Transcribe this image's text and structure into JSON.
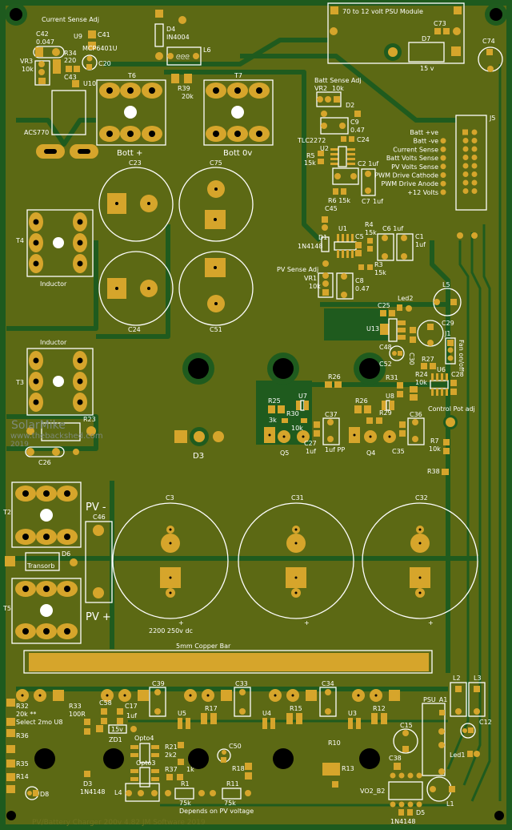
{
  "title": "PV/Battery Charger 200v 4.82 JM Software 2019",
  "watermark": {
    "line1": "SolarMike",
    "line2": "www.thebackshed.com",
    "line3": "2019"
  },
  "colors": {
    "board": "#5c6914",
    "copper_clearance": "#1f5b1e",
    "pad": "#d6a52b",
    "silkscreen": "#ffffff"
  },
  "labels": {
    "current_sense_adj": "Current Sense Adj",
    "c42": "C42",
    "c42_val": "0.047",
    "u9": "U9",
    "c41": "C41",
    "r34": "R34",
    "r34_val": "220",
    "mcp": "MCP6401U",
    "vr3": "VR3",
    "vr3_val": "10k",
    "c20": "C20",
    "c43": "C43",
    "u10": "U10",
    "acs": "ACS770",
    "d4": "D4",
    "d4_val": "IN4004",
    "l6": "L6",
    "l6_coil": "ᘓᘓᘓ",
    "r39": "R39",
    "r39_val": "20k",
    "t6": "T6",
    "t7": "T7",
    "bott_plus": "Bott +",
    "bott_0v": "Bott 0v",
    "psu_module": "70 to 12 volt PSU Module",
    "c73": "C73",
    "d7": "D7",
    "d7_val": "15 v",
    "c74": "C74",
    "batt_sense_adj": "Batt Sense Adj",
    "vr2": "VR2",
    "vr2_val": "10k",
    "d2": "D2",
    "c9": "C9",
    "c9_val": "0.47",
    "c24s": "C24",
    "tlc": "TLC2272",
    "u2": "U2",
    "r5": "R5",
    "r5_val": "15k",
    "c2": "C2 1uf",
    "c7": "C7",
    "c7_val": "1uf",
    "r6": "R6 15k",
    "j5": "J5",
    "j5_pins": [
      "Batt +ve",
      "Batt -ve",
      "Current Sense",
      "Batt Volts Sense",
      "PV Volts Sense",
      "PWM Drive Cathode",
      "PWM Drive Anode",
      "+12 Volts"
    ],
    "c23": "C23",
    "c75": "C75",
    "c24": "C24",
    "c51": "C51",
    "t4": "T4",
    "inductor1": "Inductor",
    "inductor2": "Inductor",
    "t3": "T3",
    "c45": "C45",
    "u1": "U1",
    "d1": "D1",
    "d1_val": "1N4148",
    "c5": "C5",
    "r4": "R4",
    "r4_val": "15k",
    "c6": "C6 1uf",
    "c1": "C1",
    "c1_val": "1uf",
    "r3": "R3",
    "r3_val": "15k",
    "pv_sense_adj": "PV Sense Adj",
    "vr1": "VR1",
    "vr1_val": "10k",
    "c8": "C8",
    "c8_val": "0.47",
    "l5": "L5",
    "led2": "Led2",
    "c25": "C25",
    "u13": "U13",
    "c29": "C29",
    "c30": "C30",
    "c48": "C48",
    "c52": "C52",
    "j1": "J1",
    "fan": "Fan on/off",
    "r27": "R27",
    "r24": "R24",
    "r24_val": "10k",
    "u6": "U6",
    "c28": "C28",
    "r31": "R31",
    "r26a": "R26",
    "r25": "R25",
    "r25_val": "3k",
    "u7": "U7",
    "r30": "R30",
    "r30_val": "10k",
    "c37": "C37",
    "c27": "C27",
    "c27_val": "1uf",
    "c37_val": "1uf PP",
    "r26b": "R26",
    "u8": "U8",
    "r29": "R29",
    "c36": "C36",
    "c35": "C35",
    "control_pot": "Control Pot adj",
    "r7": "R7",
    "r7_val": "10k",
    "r38": "R38",
    "q5": "Q5",
    "q4": "Q4",
    "d3": "D3",
    "r23": "R23",
    "c26": "C26",
    "t2": "T2",
    "t5": "T5",
    "pv_minus": "PV -",
    "pv_plus": "PV +",
    "c46": "C46",
    "d6": "D6",
    "transorb": "Transorb",
    "c3": "C3",
    "c31": "C31",
    "c32": "C32",
    "cap_rating": "2200 250v dc",
    "copper_bar": "5mm Copper Bar",
    "c39": "C39",
    "c33": "C33",
    "c34": "C34",
    "c58": "C58",
    "c17": "C17",
    "c17_val": "1uf",
    "r32": "R32",
    "r32_val": "20k **",
    "select": "Select 2mo U8",
    "r33": "R33",
    "r33_val": "100R",
    "r36": "R36",
    "r35": "R35",
    "r14": "R14",
    "d8": "D8",
    "zd1": "ZD1",
    "zd1_val": "15v",
    "opto4": "Opto4",
    "opto3": "Opto3",
    "r21": "R21",
    "r21_val": "2k2",
    "c50": "C50",
    "r37": "R37",
    "r37_val": "1k",
    "r18": "R18",
    "d3b": "D3",
    "d3b_val": "1N4148",
    "l4": "L4",
    "r1": "R1",
    "r1_val": "75k",
    "r11": "R11",
    "r11_val": "75k",
    "depends": "Depends on PV voltage",
    "u5": "U5",
    "r17": "R17",
    "u4": "U4",
    "r15": "R15",
    "u3": "U3",
    "r12": "R12",
    "r10": "R10",
    "r13": "R13",
    "psu_a1": "PSU_A1",
    "l2": "L2",
    "l3": "L3",
    "c12": "C12",
    "c15": "C15",
    "led1": "Led1",
    "c38": "C38",
    "vo2": "VO2_B2",
    "l1": "L1",
    "d5": "D5",
    "d5_val": "1N4148"
  }
}
